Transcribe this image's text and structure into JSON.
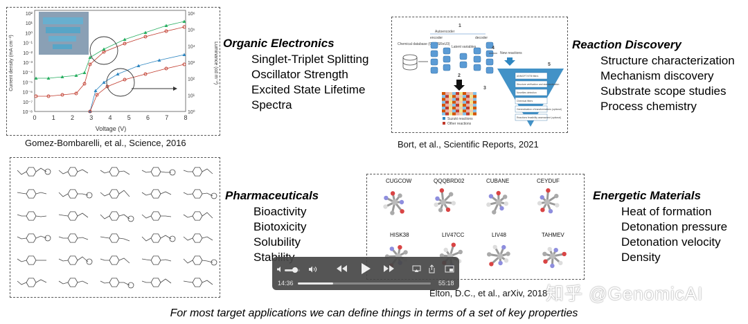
{
  "panels": {
    "organic": {
      "caption": "Gomez-Bombarelli, et al., Science, 2016",
      "heading": "Organic Electronics",
      "properties": [
        "Singlet-Triplet Splitting",
        "Oscillator Strength",
        "Excited State Lifetime",
        "Spectra"
      ],
      "chart": {
        "xlabel": "Voltage (V)",
        "ylabel_left": "Current density (mA cm⁻²)",
        "ylabel_right": "Luminance (cd m⁻²)",
        "x_ticks": [
          "0",
          "1",
          "2",
          "3",
          "4",
          "5",
          "6",
          "7",
          "8"
        ],
        "y_left_ticks": [
          "10²",
          "10¹",
          "10⁰",
          "10⁻¹",
          "10⁻²",
          "10⁻³",
          "10⁻⁴",
          "10⁻⁵",
          "10⁻⁶",
          "10⁻⁷",
          "10⁻⁸"
        ],
        "y_right_ticks": [
          "10⁶",
          "10⁵",
          "10⁴",
          "10³",
          "10²",
          "10¹",
          "10⁰"
        ]
      }
    },
    "reaction": {
      "caption": "Bort, et al., Scientific Reports, 2021",
      "heading": "Reaction Discovery",
      "properties": [
        "Structure characterization",
        "Mechanism discovery",
        "Substrate scope studies",
        "Process chemistry"
      ],
      "diagram": {
        "step1": "1",
        "step2": "2",
        "step3": "3",
        "step4": "4",
        "step5": "5",
        "autoencoder": "Autoencoder",
        "encoder": "encoder",
        "decoder": "decoder",
        "latent": "Latent variables",
        "db": "Chemical database (CSR/SReU3)",
        "new_reactions": "New reactions",
        "funnel_items": [
          "ANN/DFT/XTB filters",
          "Structure verification and standardization",
          "Novelties detection",
          "Chemical filters",
          "Generalization of transformations (optional)",
          "Reactions feasibility assessment (optional)"
        ],
        "legend": [
          "Suzuki reactions",
          "Other reactions"
        ]
      }
    },
    "pharma": {
      "heading": "Pharmaceuticals",
      "properties": [
        "Bioactivity",
        "Biotoxicity",
        "Solubility",
        "Stability"
      ]
    },
    "energetic": {
      "caption": "Elton, D.C., et al., arXiv, 2018",
      "heading": "Energetic Materials",
      "properties": [
        "Heat of formation",
        "Detonation pressure",
        "Detonation velocity",
        "Density"
      ],
      "molecules": [
        "CUGCOW",
        "QQQBRD02",
        "CUBANE",
        "CEYDUF",
        "HISK38",
        "LIV47CC",
        "LIV48",
        "TAHMEV"
      ]
    }
  },
  "footer": "For most target applications we can define things in terms of a set of key properties",
  "watermark": "知乎 @GenomicAI",
  "player": {
    "current_time": "14:36",
    "total_time": "55:18",
    "progress": 0.264,
    "volume": 0.7,
    "icons": [
      "volume-low-icon",
      "volume-high-icon",
      "rewind-icon",
      "play-icon",
      "fast-forward-icon",
      "airplay-icon",
      "share-icon",
      "pip-icon"
    ]
  },
  "colors": {
    "player_bg": "#464646",
    "marker_red": "#c0392b",
    "marker_blue": "#2e86c1",
    "marker_green": "#27ae60"
  }
}
